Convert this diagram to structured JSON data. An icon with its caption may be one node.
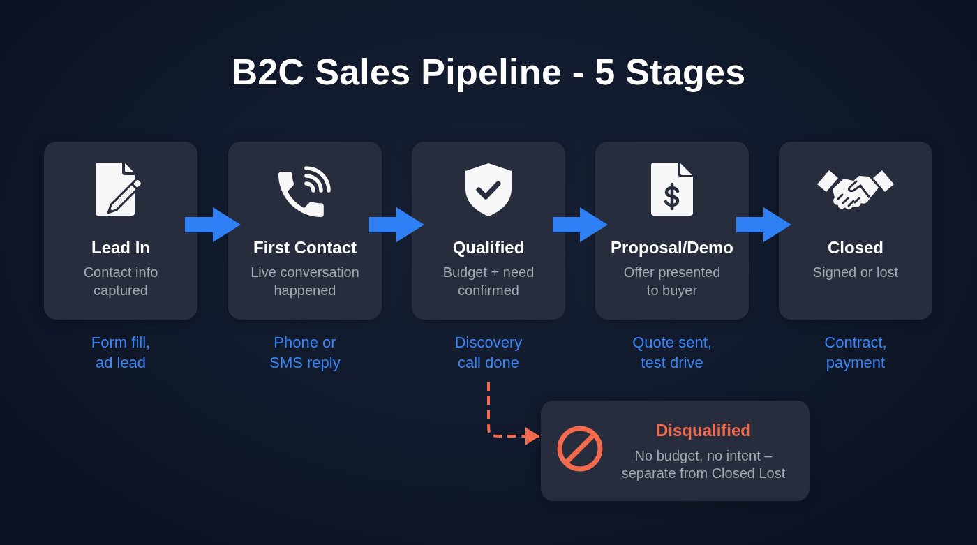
{
  "diagram": {
    "title": "B2C Sales Pipeline - 5 Stages",
    "nodes": [
      {
        "text": [
          "Lead In",
          "Contact info captured"
        ],
        "beside": [
          "Form fill, ad lead"
        ]
      },
      {
        "text": [
          "First Contact",
          "Live conversation happened"
        ],
        "beside": [
          "Phone or SMS reply"
        ]
      },
      {
        "text": [
          "Qualified",
          "Budget + need confirmed"
        ],
        "beside": [
          "Discovery call done"
        ]
      },
      {
        "text": [
          "Proposal/Demo",
          "Offer presented to buyer"
        ],
        "beside": [
          "Quote sent, test drive"
        ]
      },
      {
        "text": [
          "Closed",
          "Signed or lost"
        ],
        "beside": [
          "Contract, payment"
        ]
      },
      {
        "text": [
          "Disqualified",
          "No budget, no intent – separate from Closed Lost"
        ]
      }
    ],
    "edges": [
      {
        "from": 0,
        "to": 1,
        "arrow": "to"
      },
      {
        "from": 1,
        "to": 2,
        "arrow": "to"
      },
      {
        "from": 2,
        "to": 3,
        "arrow": "to"
      },
      {
        "from": 3,
        "to": 4,
        "arrow": "to"
      },
      {
        "from": 2,
        "to": 5,
        "arrow": "to",
        "style": "dashed",
        "color": "#f26b4f"
      }
    ]
  }
}
